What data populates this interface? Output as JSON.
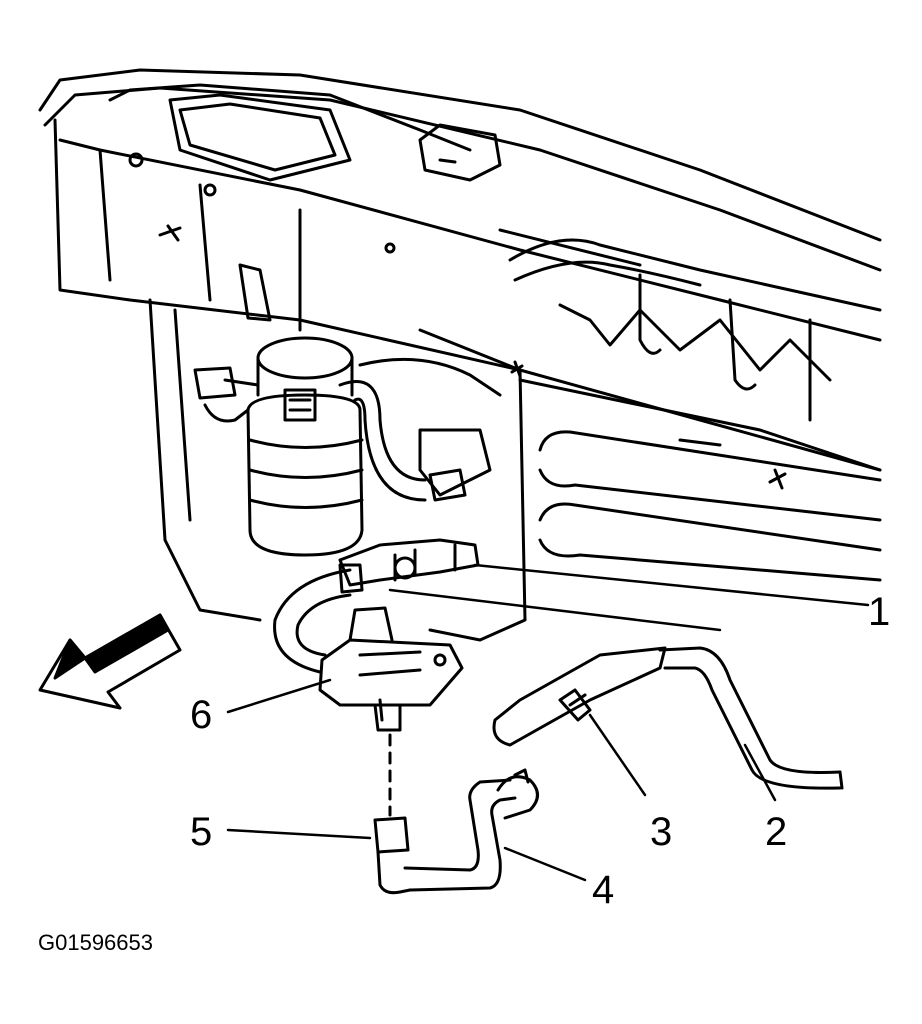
{
  "figure": {
    "id_text": "G01596653",
    "line_color": "#000000",
    "background": "#ffffff"
  },
  "callouts": [
    {
      "number": "1"
    },
    {
      "number": "2"
    },
    {
      "number": "3"
    },
    {
      "number": "4"
    },
    {
      "number": "5"
    },
    {
      "number": "6"
    }
  ],
  "icons": {
    "direction_arrow": "front-direction-arrow-icon"
  }
}
